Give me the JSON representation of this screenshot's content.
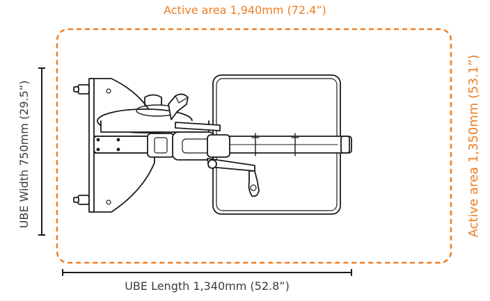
{
  "colors": {
    "accent": "#ef7d22",
    "ink": "#1a1a1a",
    "dimension_text": "#3a3a3a"
  },
  "labels": {
    "active_area_length": "Active area 1,940mm (72.4”)",
    "active_area_width": "Active area 1,350mm (53.1”)",
    "ube_length": "UBE Length 1,340mm (52.8”)",
    "ube_width": "UBE Width 750mm (29.5”)"
  }
}
